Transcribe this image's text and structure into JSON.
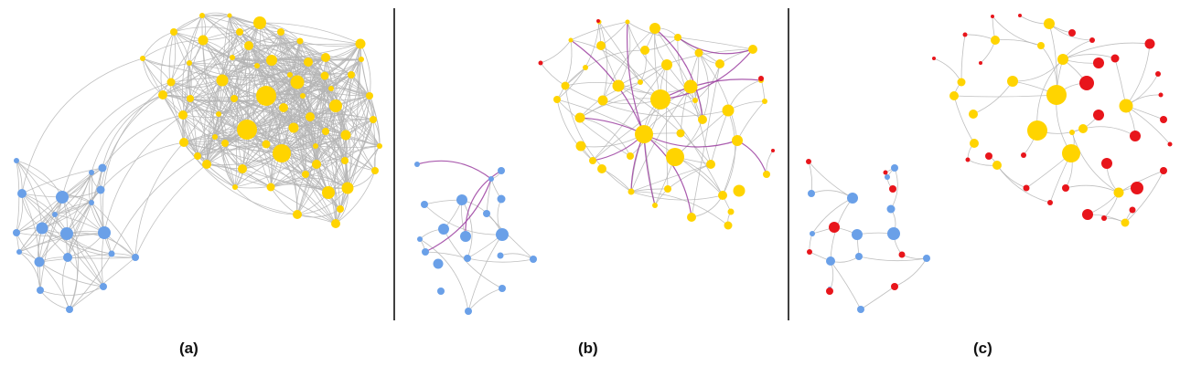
{
  "panels": [
    {
      "label": "(a)"
    },
    {
      "label": "(b)"
    },
    {
      "label": "(c)"
    }
  ],
  "colors": {
    "blue": "#6aa0e8",
    "yellow": "#ffd400",
    "red": "#e8151b",
    "purple": "#9b3ea0",
    "edge": "#b4b4b4",
    "divider": "#000000"
  }
}
